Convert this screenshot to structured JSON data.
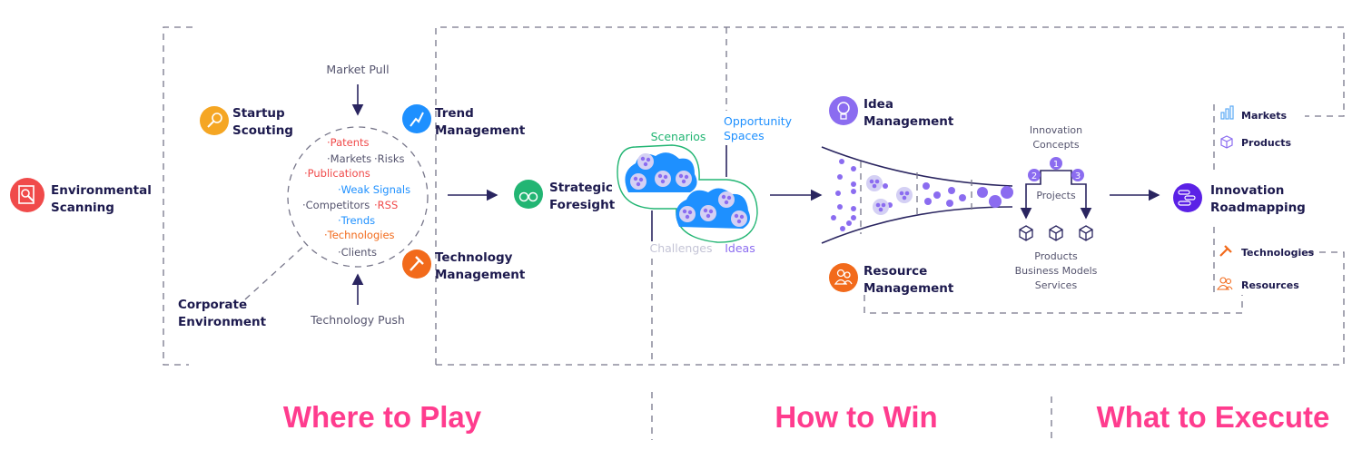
{
  "colors": {
    "navy": "#1d1a4e",
    "pink": "#ff3c8e",
    "red": "#f04a4a",
    "orange": "#f26a1b",
    "yellow": "#f5a623",
    "blue": "#1e90ff",
    "green": "#22b573",
    "purple": "#8b6cf0",
    "indigo": "#5b21e6"
  },
  "nodes": {
    "environmental_scanning": [
      "Environmental",
      "Scanning"
    ],
    "startup_scouting": [
      "Startup",
      "Scouting"
    ],
    "trend_management": [
      "Trend",
      "Management"
    ],
    "technology_management": [
      "Technology",
      "Management"
    ],
    "corporate_environment": [
      "Corporate",
      "Environment"
    ],
    "strategic_foresight": [
      "Strategic",
      "Foresight"
    ],
    "idea_management": [
      "Idea",
      "Management"
    ],
    "resource_management": [
      "Resource",
      "Management"
    ],
    "innovation_roadmapping": [
      "Innovation",
      "Roadmapping"
    ]
  },
  "forces": {
    "market_pull": "Market Pull",
    "technology_push": "Technology Push"
  },
  "sources": {
    "patents": "·Patents",
    "markets": "·Markets",
    "risks": "·Risks",
    "publications": "·Publications",
    "weak_signals": "·Weak Signals",
    "competitors": "·Competitors",
    "rss": "·RSS",
    "trends": "·Trends",
    "technologies": "·Technologies",
    "clients": "·Clients"
  },
  "foresight": {
    "scenarios": "Scenarios",
    "opportunity": [
      "Opportunity",
      "Spaces"
    ],
    "challenges": "Challenges",
    "ideas": "Ideas"
  },
  "pipeline": {
    "concepts": [
      "Innovation",
      "Concepts"
    ],
    "projects": "Projects",
    "numbers": [
      "1",
      "2",
      "3"
    ],
    "outputs": [
      "Products",
      "Business Models",
      "Services"
    ]
  },
  "roadmap_items": {
    "markets": "Markets",
    "products": "Products",
    "technologies": "Technologies",
    "resources": "Resources"
  },
  "phases": {
    "where": "Where to Play",
    "how": "How to Win",
    "what": "What to Execute"
  }
}
